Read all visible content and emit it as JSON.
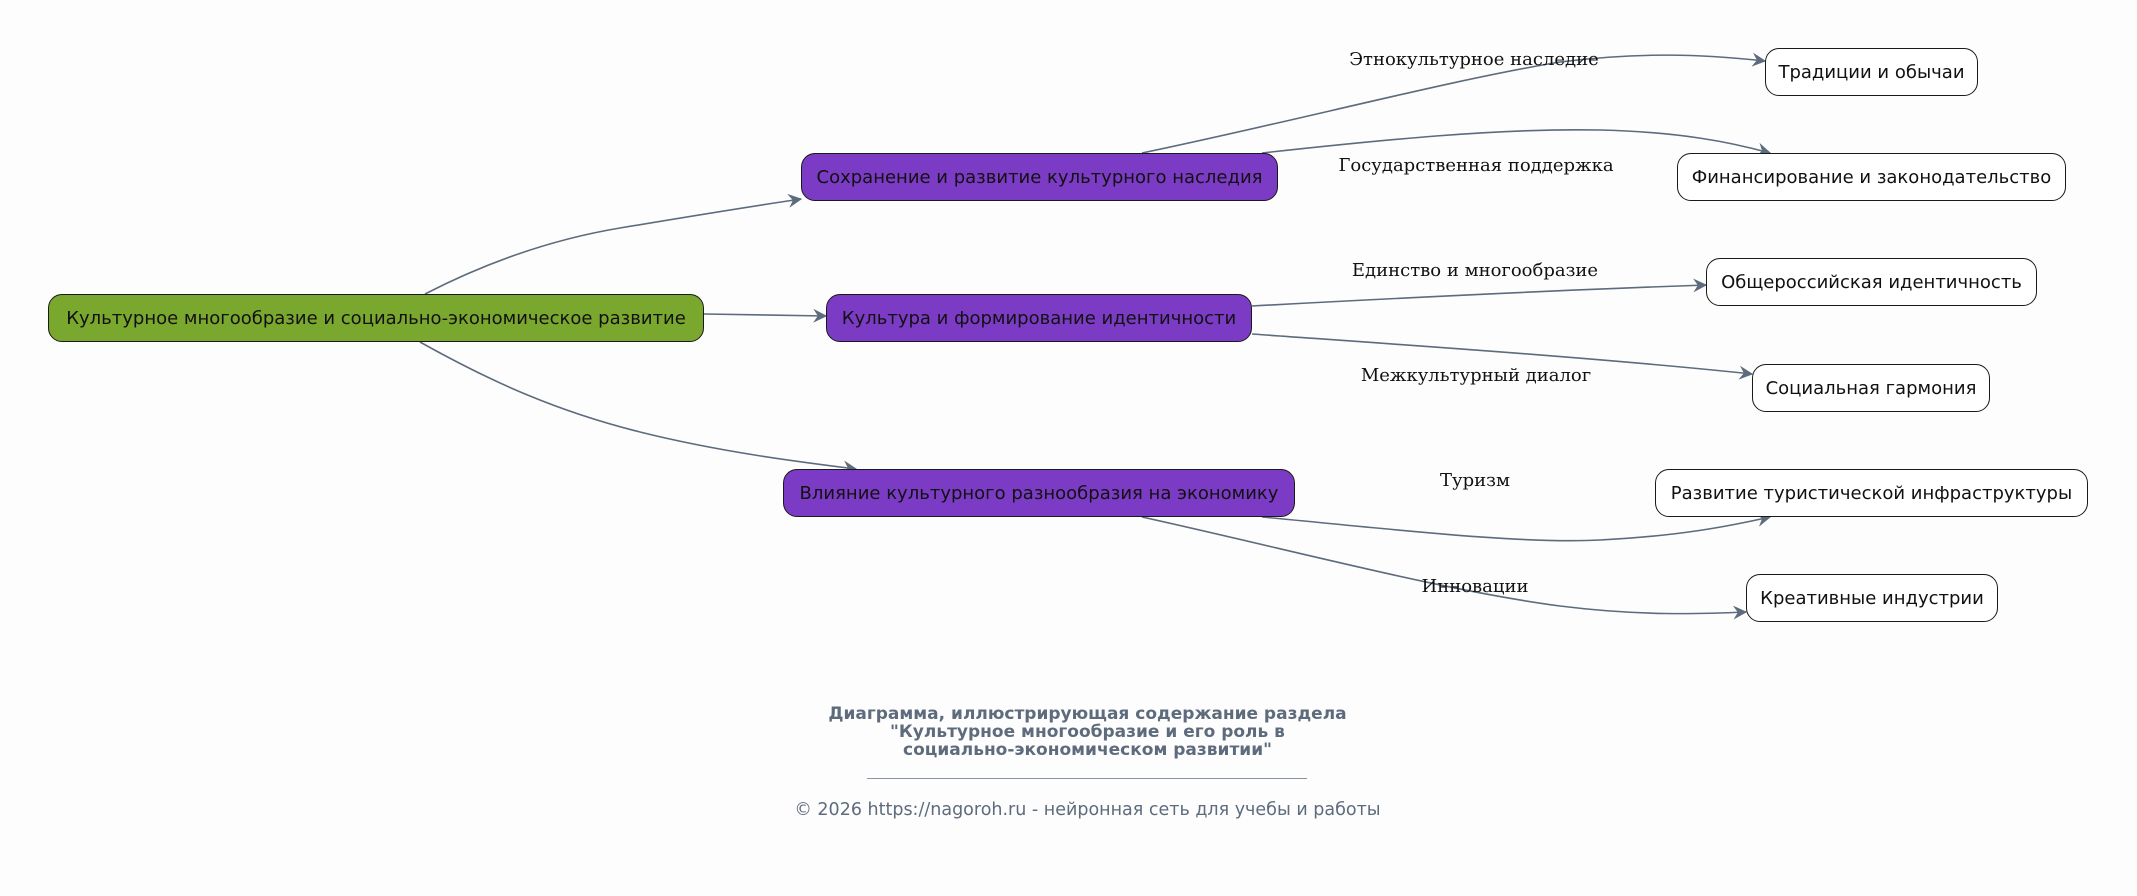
{
  "diagram": {
    "colors": {
      "root_fill": "#7aa72e",
      "mid_fill": "#7b3bc4",
      "leaf_fill": "#ffffff",
      "edge": "#5d6b7c",
      "caption": "#5d6b7c"
    },
    "root": {
      "id": "root",
      "label": "Культурное многообразие и социально-экономическое развитие"
    },
    "branches": [
      {
        "id": "heritage",
        "label": "Сохранение и развитие культурного наследия",
        "children": [
          {
            "id": "traditions",
            "label": "Традиции и обычаи",
            "edge_label": "Этнокультурное наследие"
          },
          {
            "id": "funding",
            "label": "Финансирование и законодательство",
            "edge_label": "Государственная поддержка"
          }
        ]
      },
      {
        "id": "identity",
        "label": "Культура и формирование идентичности",
        "children": [
          {
            "id": "all-russian",
            "label": "Общероссийская идентичность",
            "edge_label": "Единство и многообразие"
          },
          {
            "id": "harmony",
            "label": "Социальная гармония",
            "edge_label": "Межкультурный диалог"
          }
        ]
      },
      {
        "id": "economy",
        "label": "Влияние культурного разнообразия на экономику",
        "children": [
          {
            "id": "tourism-infra",
            "label": "Развитие туристической инфраструктуры",
            "edge_label": "Туризм"
          },
          {
            "id": "creative",
            "label": "Креативные индустрии",
            "edge_label": "Инновации"
          }
        ]
      }
    ]
  },
  "caption": {
    "title_lines": [
      "Диаграмма, иллюстрирующая содержание раздела",
      "\"Культурное многообразие и его роль в",
      "социально-экономическом развитии\""
    ],
    "footer": "© 2026 https://nagoroh.ru - нейронная сеть для учебы и работы"
  }
}
